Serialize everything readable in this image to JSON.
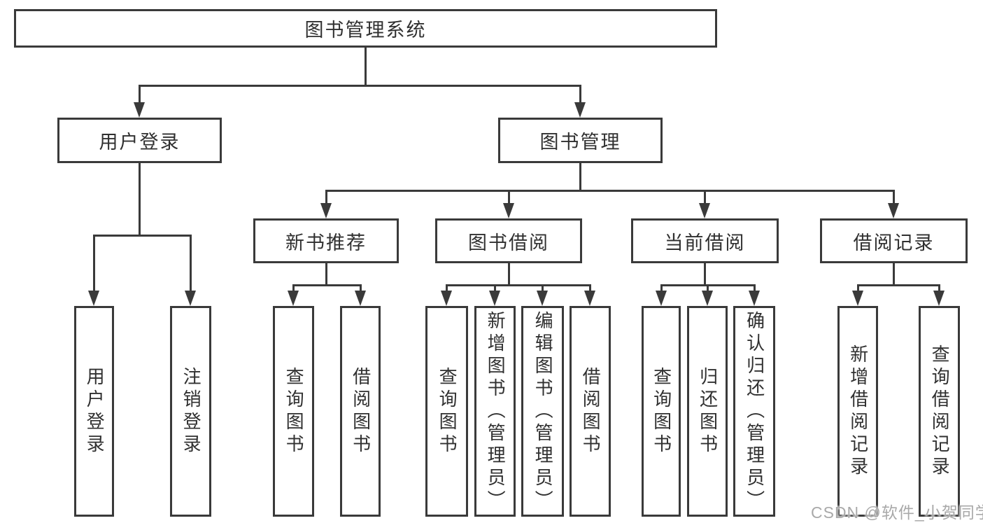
{
  "diagram": {
    "root": {
      "label": "图书管理系统"
    },
    "branches": [
      {
        "label": "用户登录",
        "leaves": [
          {
            "label": "用户登录"
          },
          {
            "label": "注销登录"
          }
        ]
      },
      {
        "label": "图书管理",
        "groups": [
          {
            "label": "新书推荐",
            "leaves": [
              {
                "label": "查询图书"
              },
              {
                "label": "借阅图书"
              }
            ]
          },
          {
            "label": "图书借阅",
            "leaves": [
              {
                "label": "查询图书"
              },
              {
                "label": "新增图书（管理员）"
              },
              {
                "label": "编辑图书（管理员）"
              },
              {
                "label": "借阅图书"
              }
            ]
          },
          {
            "label": "当前借阅",
            "leaves": [
              {
                "label": "查询图书"
              },
              {
                "label": "归还图书"
              },
              {
                "label": "确认归还（管理员）"
              }
            ]
          },
          {
            "label": "借阅记录",
            "leaves": [
              {
                "label": "新增借阅记录"
              },
              {
                "label": "查询借阅记录"
              }
            ]
          }
        ]
      }
    ]
  },
  "watermark": {
    "text": "CSDN @软件_小贺同学"
  },
  "colors": {
    "line": "#3a3a3a",
    "text": "#303030",
    "watermark": "#a9a9a9",
    "background": "#ffffff"
  }
}
